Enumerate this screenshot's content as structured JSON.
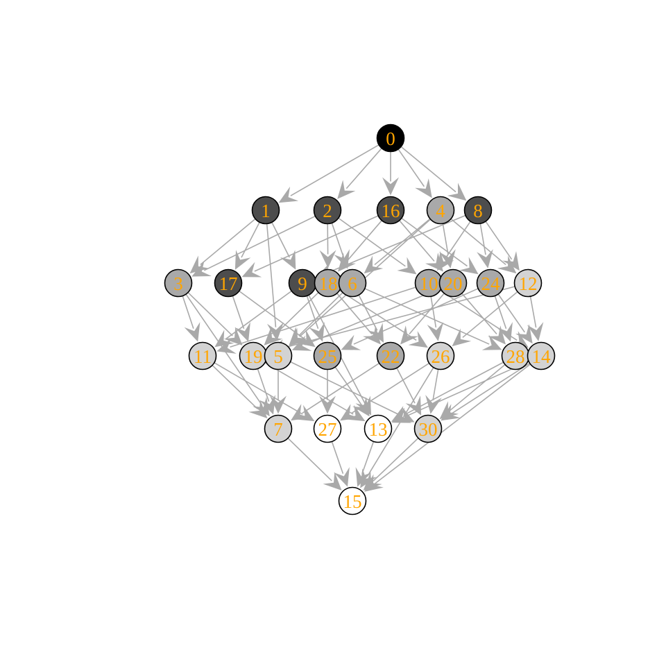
{
  "colors": {
    "label": "#ffa500",
    "edge": "#a9a9a9",
    "outline": "#000000",
    "shades": [
      "#000000",
      "#4d4d4d",
      "#a9a9a9",
      "#d3d3d3",
      "#ffffff"
    ]
  },
  "nodes": [
    {
      "id": "0",
      "label": "0",
      "level": 0
    },
    {
      "id": "1",
      "label": "1",
      "level": 1
    },
    {
      "id": "2",
      "label": "2",
      "level": 1
    },
    {
      "id": "16",
      "label": "16",
      "level": 1
    },
    {
      "id": "4",
      "label": "4",
      "level": 1
    },
    {
      "id": "8",
      "label": "8",
      "level": 1
    },
    {
      "id": "3",
      "label": "3",
      "level": 2
    },
    {
      "id": "17",
      "label": "17",
      "level": 2
    },
    {
      "id": "9",
      "label": "9",
      "level": 2
    },
    {
      "id": "18",
      "label": "18",
      "level": 2
    },
    {
      "id": "6",
      "label": "6",
      "level": 2
    },
    {
      "id": "10",
      "label": "10",
      "level": 2
    },
    {
      "id": "20",
      "label": "20",
      "level": 2
    },
    {
      "id": "24",
      "label": "24",
      "level": 2
    },
    {
      "id": "12",
      "label": "12",
      "level": 2
    },
    {
      "id": "11",
      "label": "11",
      "level": 3
    },
    {
      "id": "19",
      "label": "19",
      "level": 3
    },
    {
      "id": "5",
      "label": "5",
      "level": 3
    },
    {
      "id": "25",
      "label": "25",
      "level": 3
    },
    {
      "id": "22",
      "label": "22",
      "level": 3
    },
    {
      "id": "26",
      "label": "26",
      "level": 3
    },
    {
      "id": "28",
      "label": "28",
      "level": 3
    },
    {
      "id": "14",
      "label": "14",
      "level": 3
    },
    {
      "id": "7",
      "label": "7",
      "level": 4
    },
    {
      "id": "27",
      "label": "27",
      "level": 4
    },
    {
      "id": "13",
      "label": "13",
      "level": 4
    },
    {
      "id": "30",
      "label": "30",
      "level": 4
    },
    {
      "id": "15",
      "label": "15",
      "level": 5
    }
  ],
  "edges": [
    [
      "0",
      "1"
    ],
    [
      "0",
      "2"
    ],
    [
      "0",
      "16"
    ],
    [
      "0",
      "4"
    ],
    [
      "0",
      "8"
    ],
    [
      "1",
      "3"
    ],
    [
      "1",
      "17"
    ],
    [
      "1",
      "9"
    ],
    [
      "1",
      "5"
    ],
    [
      "2",
      "3"
    ],
    [
      "2",
      "18"
    ],
    [
      "2",
      "6"
    ],
    [
      "2",
      "10"
    ],
    [
      "16",
      "17"
    ],
    [
      "16",
      "18"
    ],
    [
      "16",
      "20"
    ],
    [
      "16",
      "24"
    ],
    [
      "4",
      "6"
    ],
    [
      "4",
      "20"
    ],
    [
      "4",
      "12"
    ],
    [
      "4",
      "5"
    ],
    [
      "8",
      "9"
    ],
    [
      "8",
      "10"
    ],
    [
      "8",
      "24"
    ],
    [
      "8",
      "12"
    ],
    [
      "3",
      "11"
    ],
    [
      "3",
      "19"
    ],
    [
      "3",
      "7"
    ],
    [
      "17",
      "19"
    ],
    [
      "17",
      "25"
    ],
    [
      "9",
      "11"
    ],
    [
      "9",
      "25"
    ],
    [
      "9",
      "13"
    ],
    [
      "18",
      "19"
    ],
    [
      "18",
      "22"
    ],
    [
      "18",
      "26"
    ],
    [
      "6",
      "5"
    ],
    [
      "6",
      "22"
    ],
    [
      "6",
      "28"
    ],
    [
      "10",
      "11"
    ],
    [
      "10",
      "26"
    ],
    [
      "10",
      "14"
    ],
    [
      "20",
      "5"
    ],
    [
      "20",
      "22"
    ],
    [
      "20",
      "28"
    ],
    [
      "24",
      "25"
    ],
    [
      "24",
      "28"
    ],
    [
      "24",
      "14"
    ],
    [
      "12",
      "26"
    ],
    [
      "12",
      "14"
    ],
    [
      "12",
      "19"
    ],
    [
      "11",
      "7"
    ],
    [
      "11",
      "27"
    ],
    [
      "19",
      "7"
    ],
    [
      "19",
      "13"
    ],
    [
      "5",
      "7"
    ],
    [
      "5",
      "30"
    ],
    [
      "25",
      "27"
    ],
    [
      "25",
      "13"
    ],
    [
      "22",
      "30"
    ],
    [
      "22",
      "7"
    ],
    [
      "26",
      "27"
    ],
    [
      "26",
      "30"
    ],
    [
      "28",
      "13"
    ],
    [
      "28",
      "30"
    ],
    [
      "14",
      "13"
    ],
    [
      "14",
      "30"
    ],
    [
      "7",
      "15"
    ],
    [
      "27",
      "15"
    ],
    [
      "13",
      "15"
    ],
    [
      "30",
      "15"
    ],
    [
      "26",
      "15"
    ],
    [
      "14",
      "15"
    ]
  ]
}
